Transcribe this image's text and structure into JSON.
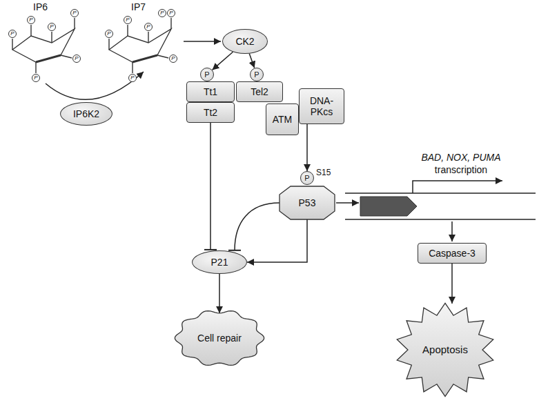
{
  "diagram": {
    "nodes": [
      {
        "text": [
          "CK2"
        ]
      },
      {
        "text": [
          "IP6K2"
        ]
      },
      {
        "text": [
          "P"
        ]
      },
      {
        "text": [
          "P"
        ]
      },
      {
        "text": [
          "Tt1"
        ]
      },
      {
        "text": [
          "Tt2"
        ]
      },
      {
        "text": [
          "Tel2"
        ]
      },
      {
        "text": [
          "ATM"
        ]
      },
      {
        "text": [
          "DNA-PKcs"
        ]
      },
      {
        "text": [
          "P"
        ]
      },
      {
        "text": [
          "P53"
        ]
      },
      {
        "text": [
          "P21"
        ]
      },
      {
        "text": [
          "Caspase-3"
        ]
      },
      {
        "text": [
          "Cell repair"
        ]
      },
      {
        "text": [
          "Apoptosis"
        ]
      }
    ],
    "edges": [
      {
        "from": 0,
        "to": 2,
        "arrow": "to"
      },
      {
        "from": 0,
        "to": 3,
        "arrow": "to"
      },
      {
        "from": 5,
        "to": 11,
        "arrow": "to"
      },
      {
        "from": 8,
        "to": 9,
        "arrow": "to"
      },
      {
        "from": 10,
        "to": 11,
        "arrow": "to"
      },
      {
        "from": 10,
        "to": 11,
        "arrow": "to"
      },
      {
        "from": 11,
        "to": 13,
        "arrow": "to"
      },
      {
        "from": 12,
        "to": 14,
        "arrow": "to"
      }
    ],
    "labels": [
      "IP6",
      "IP7",
      "P",
      "P",
      "P",
      "P",
      "P",
      "P",
      "P",
      "P",
      "P",
      "P",
      "P",
      "P",
      "P",
      "S15",
      "BAD, NOX, PUMA",
      "transcription"
    ]
  }
}
